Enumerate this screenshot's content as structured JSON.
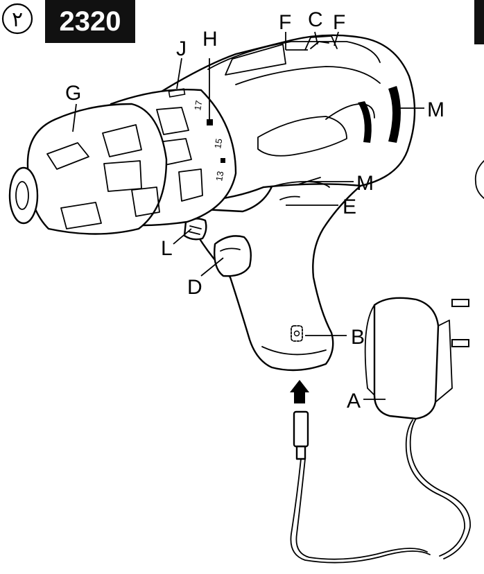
{
  "page": {
    "number_badge": "٢",
    "model_badge": "2320"
  },
  "dial": {
    "setting_high": "17",
    "setting_mid": "15",
    "setting_low": "13"
  },
  "callouts": {
    "F_left": "F",
    "C": "C",
    "F_right": "F",
    "J": "J",
    "H": "H",
    "G": "G",
    "M_top": "M",
    "M_mid": "M",
    "E": "E",
    "L": "L",
    "D": "D",
    "B": "B",
    "A": "A"
  },
  "colors": {
    "line": "#000000",
    "badge_bg": "#111111",
    "paper": "#ffffff"
  }
}
